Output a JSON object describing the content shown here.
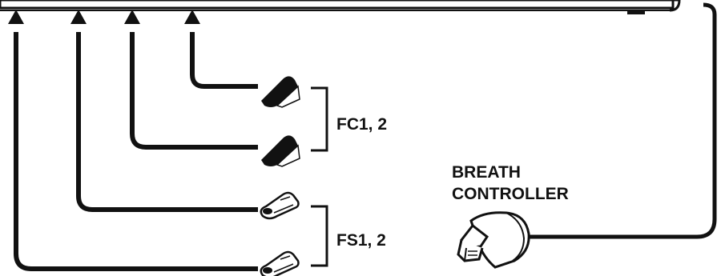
{
  "labels": {
    "fc_group": "FC1, 2",
    "fs_group": "FS1, 2",
    "breath_line1": "BREATH",
    "breath_line2": "CONTROLLER"
  },
  "colors": {
    "ink": "#111111",
    "background": "#ffffff",
    "pedal_light": "#f4f4f4"
  },
  "icons": {
    "foot_controller": "foot-controller-pedal-icon",
    "foot_switch": "foot-switch-pedal-icon",
    "breath_controller": "breath-controller-icon",
    "arrow": "arrow-up-icon"
  }
}
